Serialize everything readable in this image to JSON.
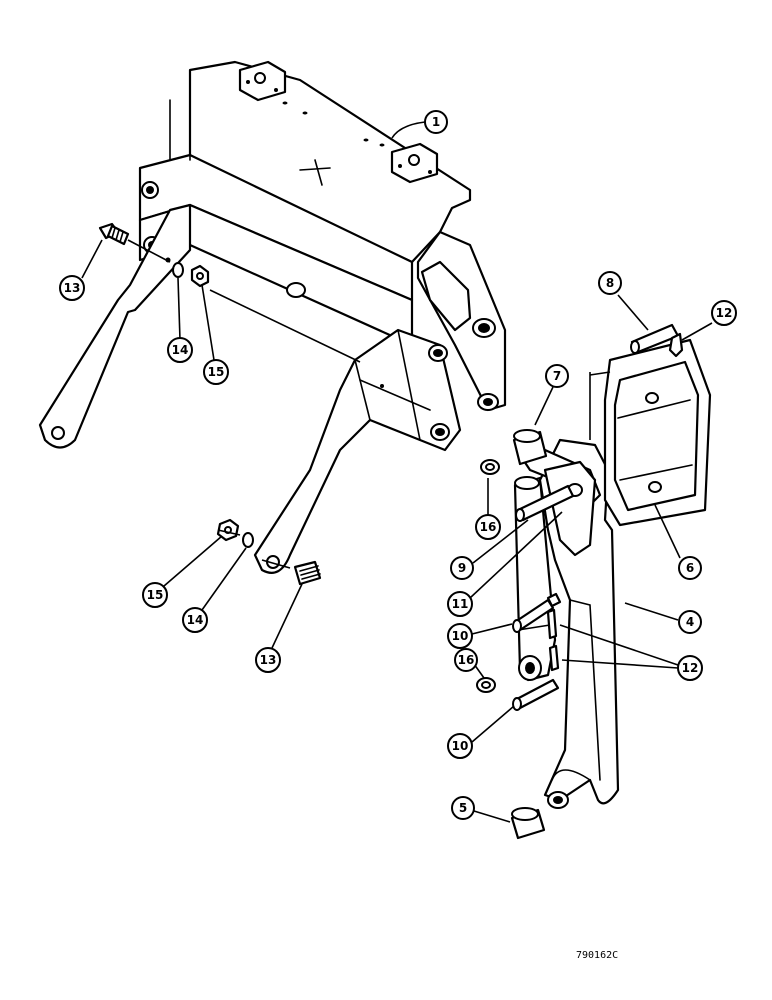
{
  "drawing_code": "790162C",
  "callouts": [
    "1",
    "13",
    "14",
    "15",
    "8",
    "12",
    "7",
    "16",
    "9",
    "11",
    "6",
    "4",
    "10",
    "12",
    "16",
    "10",
    "5",
    "15",
    "14",
    "13"
  ]
}
